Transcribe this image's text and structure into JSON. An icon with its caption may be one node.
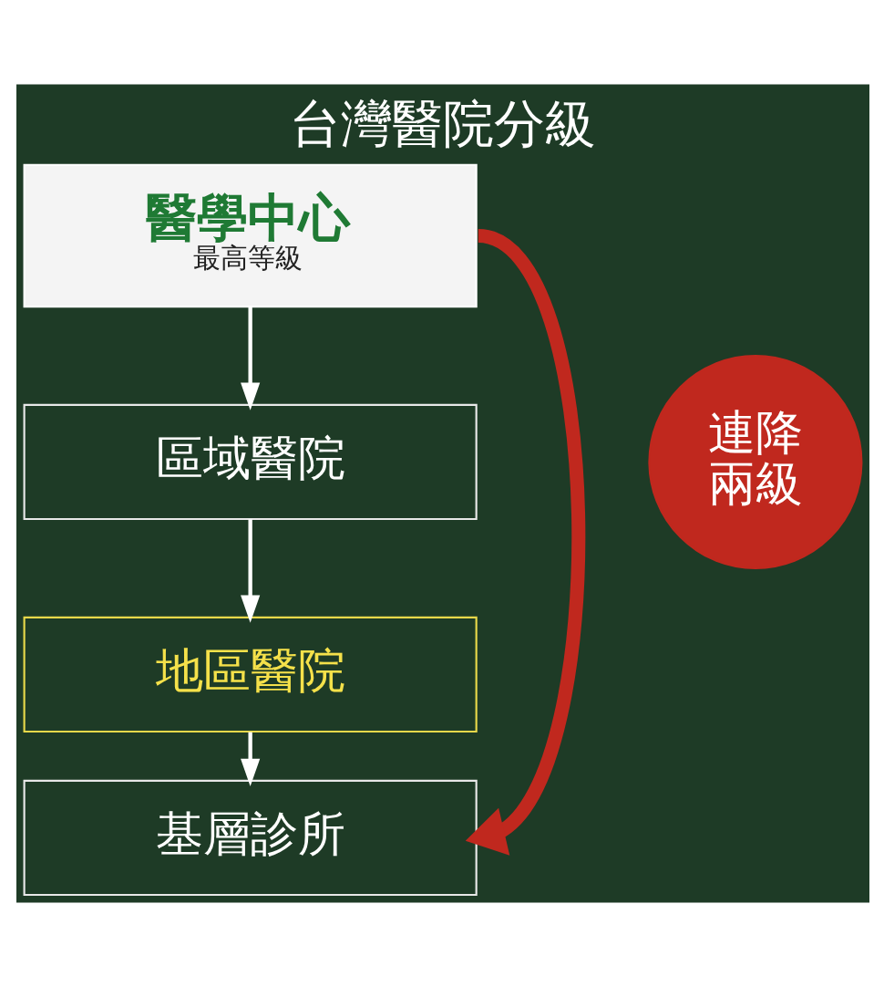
{
  "diagram": {
    "title": "台灣醫院分級",
    "nodes": [
      {
        "text": [
          "醫學中心",
          "最高等級"
        ]
      },
      {
        "text": [
          "區域醫院"
        ]
      },
      {
        "text": [
          "地區醫院"
        ]
      },
      {
        "text": [
          "基層診所"
        ]
      },
      {
        "text": [
          "連降兩級"
        ]
      }
    ],
    "edges": [
      {
        "from": 0,
        "to": 1,
        "arrow": "to"
      },
      {
        "from": 1,
        "to": 2,
        "arrow": "to"
      },
      {
        "from": 2,
        "to": 3,
        "arrow": "to"
      },
      {
        "from": 0,
        "to": 3,
        "arrow": "to",
        "style": "thick",
        "color": "#c0281e"
      }
    ]
  }
}
